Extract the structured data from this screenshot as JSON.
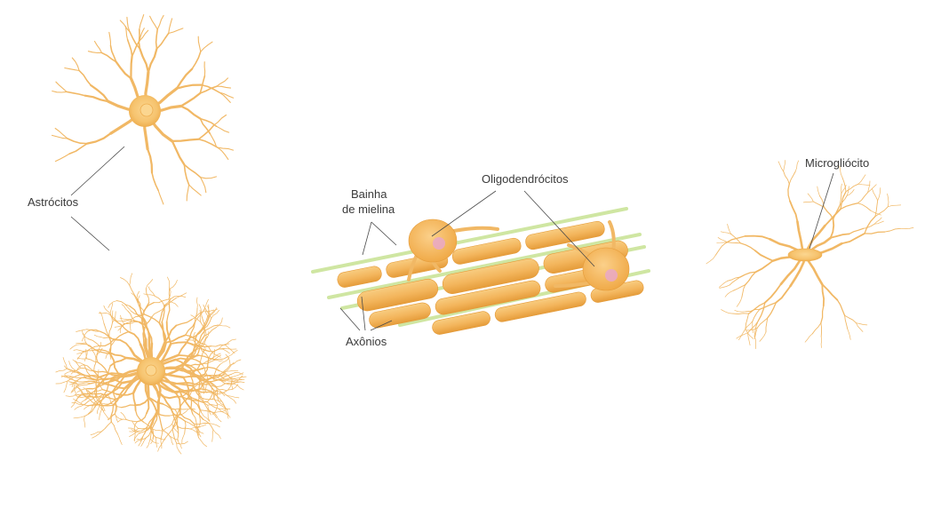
{
  "labels": {
    "astrocitos": "Astrócitos",
    "bainha_line1": "Bainha",
    "bainha_line2": "de mielina",
    "oligodendrocitos": "Oligodendrócitos",
    "axonios": "Axônios",
    "microgliocito": "Microgliócito"
  },
  "colors": {
    "cell_body": "#f6c36e",
    "branch": "#f1b865",
    "sheath": "#f3b55c",
    "axon": "#cfe6a2",
    "nucleus": "#e9a8c8",
    "leader": "#4a4a4a"
  }
}
